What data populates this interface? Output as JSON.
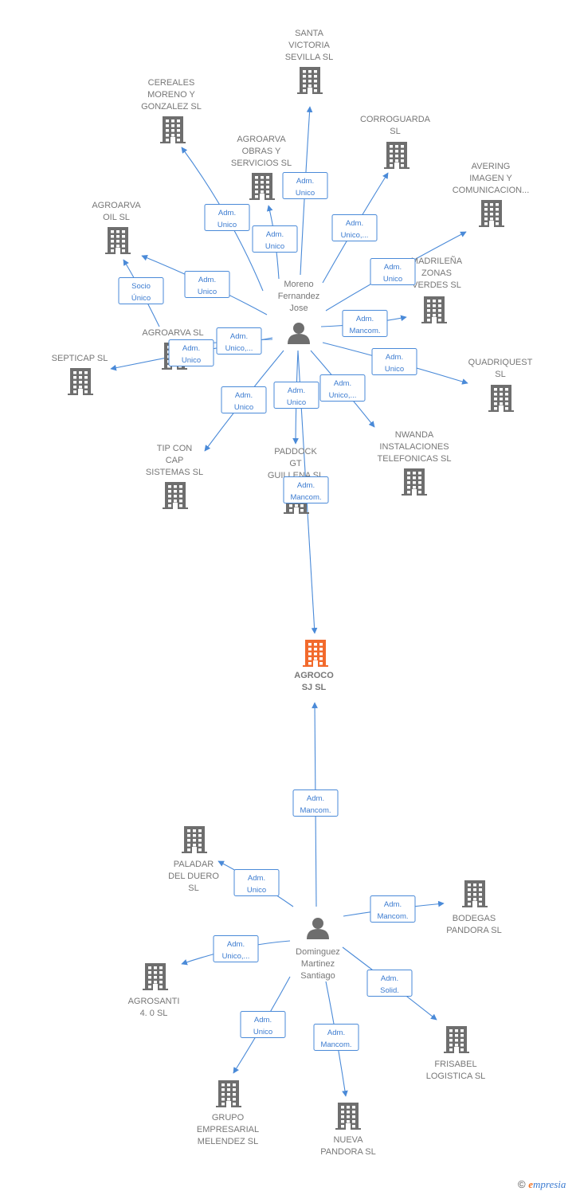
{
  "colors": {
    "edge": "#4a8ad8",
    "building": "#6e6e6e",
    "main_building": "#f26a2c",
    "person": "#6e6e6e"
  },
  "people": [
    {
      "id": "p1",
      "lines": [
        "Moreno",
        "Fernandez",
        "Jose"
      ]
    },
    {
      "id": "p2",
      "lines": [
        "Dominguez",
        "Martinez",
        "Santiago"
      ]
    }
  ],
  "companies": [
    {
      "id": "main",
      "lines": [
        "AGROCO",
        "SJ  SL"
      ],
      "main": true
    },
    {
      "id": "c1",
      "lines": [
        "SANTA",
        "VICTORIA",
        "SEVILLA  SL"
      ]
    },
    {
      "id": "c2",
      "lines": [
        "CEREALES",
        "MORENO Y",
        "GONZALEZ SL"
      ]
    },
    {
      "id": "c3",
      "lines": [
        "CORROGUARDA",
        "SL"
      ]
    },
    {
      "id": "c4",
      "lines": [
        "AGROARVA",
        "OBRAS Y",
        "SERVICIOS  SL"
      ]
    },
    {
      "id": "c5",
      "lines": [
        "AVERING",
        "IMAGEN Y",
        "COMUNICACION..."
      ]
    },
    {
      "id": "c6",
      "lines": [
        "AGROARVA",
        "OIL  SL"
      ]
    },
    {
      "id": "c7",
      "lines": [
        "MADRILEÑA",
        "ZONAS",
        "VERDES  SL"
      ]
    },
    {
      "id": "c8",
      "lines": [
        "AGROARVA  SL"
      ]
    },
    {
      "id": "c9",
      "lines": [
        "SEPTICAP  SL"
      ]
    },
    {
      "id": "c10",
      "lines": [
        "QUADRIQUEST",
        "SL"
      ]
    },
    {
      "id": "c11",
      "lines": [
        "TIP CON",
        "CAP",
        "SISTEMAS SL"
      ]
    },
    {
      "id": "c12",
      "lines": [
        "PADDOCK",
        "GT",
        "GUILLENA SL"
      ]
    },
    {
      "id": "c13",
      "lines": [
        "NWANDA",
        "INSTALACIONES",
        "TELEFONICAS SL"
      ]
    },
    {
      "id": "c14",
      "lines": [
        "PALADAR",
        "DEL DUERO",
        "SL"
      ]
    },
    {
      "id": "c15",
      "lines": [
        "BODEGAS",
        "PANDORA  SL"
      ]
    },
    {
      "id": "c16",
      "lines": [
        "AGROSANTI",
        "4. 0  SL"
      ]
    },
    {
      "id": "c17",
      "lines": [
        "FRISABEL",
        "LOGISTICA  SL"
      ]
    },
    {
      "id": "c18",
      "lines": [
        "GRUPO",
        "EMPRESARIAL",
        "MELENDEZ  SL"
      ]
    },
    {
      "id": "c19",
      "lines": [
        "NUEVA",
        "PANDORA  SL"
      ]
    }
  ],
  "relations": [
    {
      "from": "p1",
      "to": "c1",
      "label": [
        "Adm.",
        "Unico"
      ]
    },
    {
      "from": "p1",
      "to": "c2",
      "label": [
        "Adm.",
        "Unico"
      ]
    },
    {
      "from": "p1",
      "to": "c4",
      "label": [
        "Adm.",
        "Unico"
      ]
    },
    {
      "from": "p1",
      "to": "c3",
      "label": [
        "Adm.",
        "Unico,..."
      ]
    },
    {
      "from": "p1",
      "to": "c5",
      "label": [
        "Adm.",
        "Unico"
      ]
    },
    {
      "from": "p1",
      "to": "c6",
      "label": [
        "Adm.",
        "Unico"
      ]
    },
    {
      "from": "c8",
      "to": "c6",
      "label": [
        "Socio",
        "Único"
      ]
    },
    {
      "from": "p1",
      "to": "c7",
      "label": [
        "Adm.",
        "Mancom."
      ]
    },
    {
      "from": "p1",
      "to": "c8",
      "label": [
        "Adm.",
        "Unico,..."
      ]
    },
    {
      "from": "p1",
      "to": "c9",
      "label": [
        "Adm.",
        "Unico"
      ]
    },
    {
      "from": "p1",
      "to": "c10",
      "label": [
        "Adm.",
        "Unico"
      ]
    },
    {
      "from": "p1",
      "to": "c11",
      "label": [
        "Adm.",
        "Unico"
      ]
    },
    {
      "from": "p1",
      "to": "c12",
      "label": [
        "Adm.",
        "Unico"
      ]
    },
    {
      "from": "p1",
      "to": "c13",
      "label": [
        "Adm.",
        "Unico,..."
      ]
    },
    {
      "from": "p1",
      "to": "main",
      "label": [
        "Adm.",
        "Mancom."
      ]
    },
    {
      "from": "p2",
      "to": "main",
      "label": [
        "Adm.",
        "Mancom."
      ]
    },
    {
      "from": "p2",
      "to": "c14",
      "label": [
        "Adm.",
        "Unico"
      ]
    },
    {
      "from": "p2",
      "to": "c15",
      "label": [
        "Adm.",
        "Mancom."
      ]
    },
    {
      "from": "p2",
      "to": "c16",
      "label": [
        "Adm.",
        "Unico,..."
      ]
    },
    {
      "from": "p2",
      "to": "c17",
      "label": [
        "Adm.",
        "Solid."
      ]
    },
    {
      "from": "p2",
      "to": "c18",
      "label": [
        "Adm.",
        "Unico"
      ]
    },
    {
      "from": "p2",
      "to": "c19",
      "label": [
        "Adm.",
        "Mancom."
      ]
    }
  ],
  "footer": {
    "copyright_symbol": "©",
    "brand_initial": "e",
    "brand_rest": "mpresia"
  }
}
